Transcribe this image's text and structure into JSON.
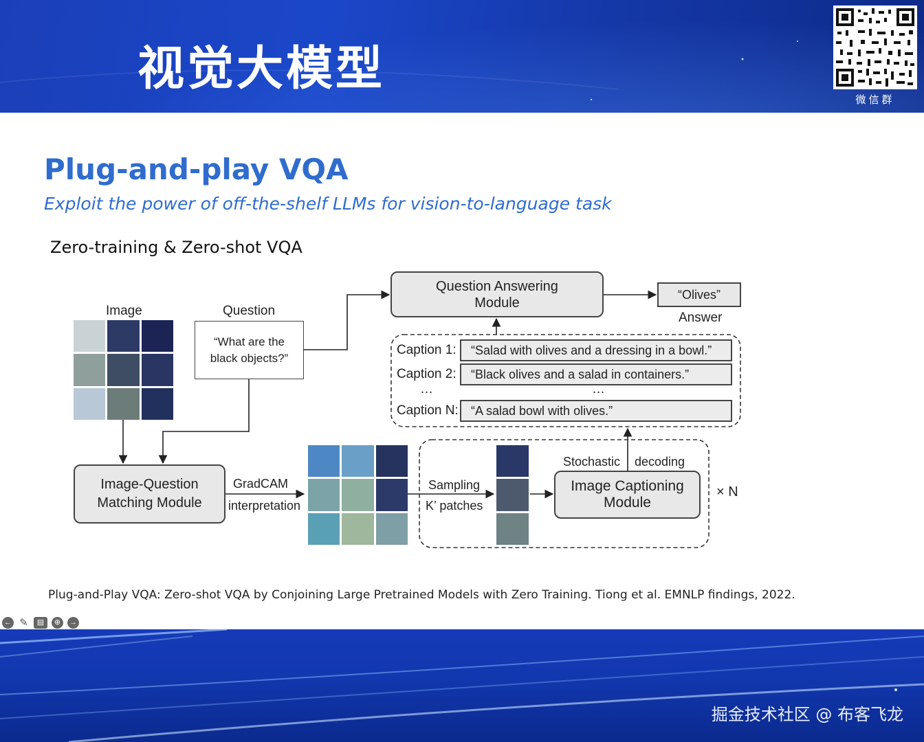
{
  "banner": {
    "title": "视觉大模型",
    "qr_label": "微信群"
  },
  "slide": {
    "title": "Plug-and-play VQA",
    "subtitle": "Exploit the power of off-the-shelf LLMs for vision-to-language task",
    "section": "Zero-training & Zero-shot VQA",
    "citation": "Plug-and-Play VQA: Zero-shot VQA by Conjoining Large Pretrained Models with Zero Training. Tiong et al. EMNLP findings, 2022."
  },
  "diagram": {
    "image_label": "Image",
    "question_label": "Question",
    "question_text_1": "“What are the",
    "question_text_2": "black objects?”",
    "qa_module_1": "Question Answering",
    "qa_module_2": "Module",
    "answer_value": "“Olives”",
    "answer_label": "Answer",
    "captions": [
      {
        "label": "Caption 1:",
        "text": "“Salad with olives and a dressing in a bowl.”"
      },
      {
        "label": "Caption 2:",
        "text": "“Black olives and a salad in containers.”"
      },
      {
        "label": "Caption N:",
        "text": "“A salad bowl with olives.”"
      }
    ],
    "ellipsis": "…",
    "iqm_module_1": "Image-Question",
    "iqm_module_2": "Matching Module",
    "gradcam_1": "GradCAM",
    "gradcam_2": "interpretation",
    "sampling_1": "Sampling",
    "sampling_2": "K’ patches",
    "stochastic": "Stochastic",
    "decoding": "decoding",
    "icm_module_1": "Image Captioning",
    "icm_module_2": "Module",
    "times_n": "× N"
  },
  "footer": {
    "watermark": "掘金技术社区 @ 布客飞龙"
  },
  "controls": [
    "back-icon",
    "pen-icon",
    "subtitles-icon",
    "zoom-icon",
    "forward-icon"
  ]
}
